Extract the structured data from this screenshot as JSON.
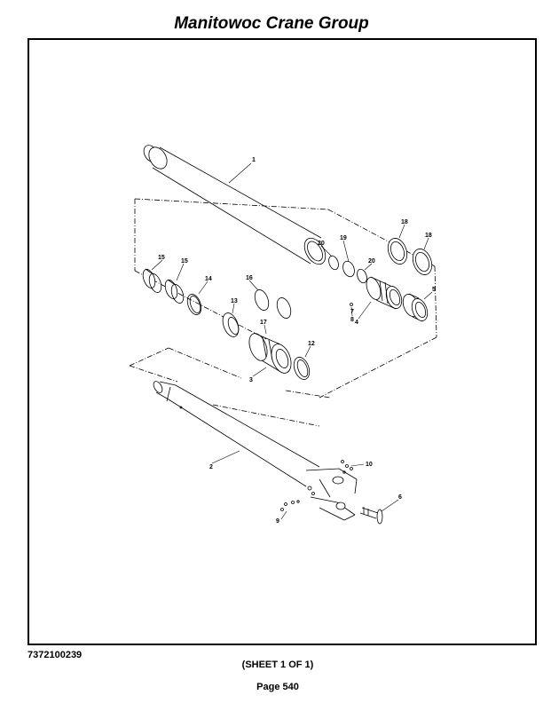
{
  "header": {
    "title": "Manitowoc Crane Group"
  },
  "footer": {
    "part_number": "7372100239",
    "sheet": "(SHEET 1 OF 1)",
    "page": "Page 540"
  },
  "callouts": {
    "c1": "1",
    "c2": "2",
    "c3": "3",
    "c4": "4",
    "c5": "5",
    "c6": "6",
    "c7": "7",
    "c8": "8",
    "c9": "9",
    "c10": "10",
    "c12": "12",
    "c13": "13",
    "c14": "14",
    "c15a": "15",
    "c15b": "15",
    "c16": "16",
    "c17": "17",
    "c18a": "18",
    "c18b": "18",
    "c19": "19",
    "c20a": "20",
    "c20b": "20"
  }
}
